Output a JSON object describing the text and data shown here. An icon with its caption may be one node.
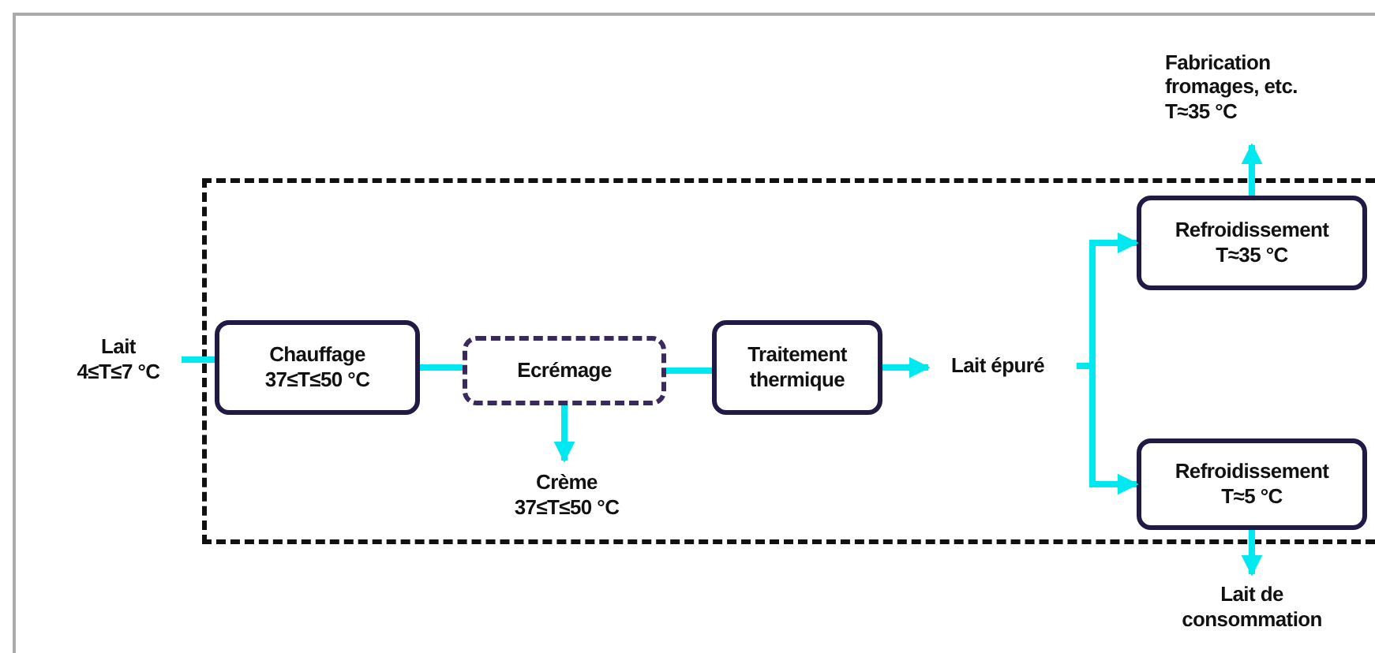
{
  "diagram": {
    "nodes": [
      {
        "text": [],
        "shape": "box"
      },
      {
        "text": [
          "Lait",
          "4≤T≤7 °C"
        ]
      },
      {
        "text": [
          "Chauffage",
          "37≤T≤50 °C"
        ],
        "in": 0
      },
      {
        "text": [
          "Ecrémage"
        ],
        "in": 0
      },
      {
        "text": [
          "Traitement thermique"
        ],
        "in": 0
      },
      {
        "text": [
          "Lait épuré"
        ],
        "in": 0
      },
      {
        "text": [
          "Refroidissement",
          "T≈35 °C"
        ],
        "in": 0
      },
      {
        "text": [
          "Refroidissement",
          "T≈5 °C"
        ],
        "in": 0
      },
      {
        "text": [
          "Crème",
          "37≤T≤50 °C"
        ],
        "in": 0
      },
      {
        "text": [
          "Fabrication fromages, etc.",
          "T≈35 °C"
        ]
      },
      {
        "text": [
          "Lait de consommation"
        ]
      }
    ],
    "edges": [
      {
        "from": 1,
        "to": 2,
        "arrow": "none"
      },
      {
        "from": 2,
        "to": 3,
        "arrow": "none"
      },
      {
        "from": 3,
        "to": 4,
        "arrow": "none"
      },
      {
        "from": 3,
        "to": 8,
        "arrow": "to"
      },
      {
        "from": 4,
        "to": 5,
        "arrow": "to"
      },
      {
        "from": 5,
        "to": 6,
        "arrow": "to"
      },
      {
        "from": 5,
        "to": 7,
        "arrow": "to"
      },
      {
        "from": 6,
        "to": 9,
        "arrow": "to"
      },
      {
        "from": 7,
        "to": 10,
        "arrow": "to"
      }
    ]
  }
}
